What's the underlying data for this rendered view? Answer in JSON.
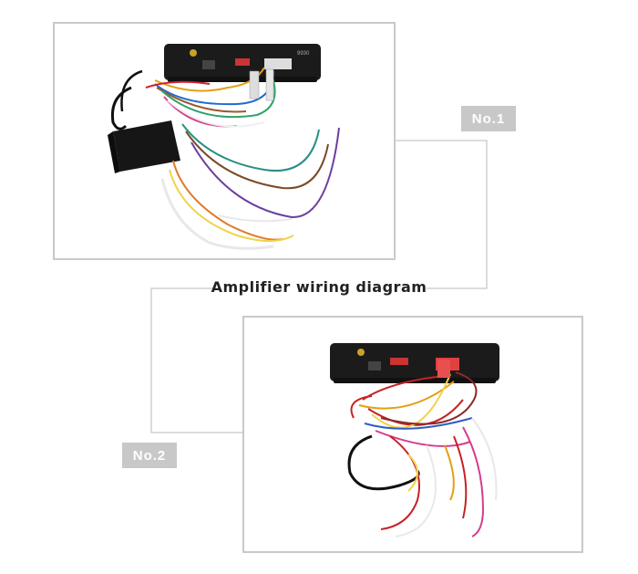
{
  "title": "Amplifier wiring diagram",
  "labels": {
    "no1": "No.1",
    "no2": "No.2"
  },
  "device_model": "9930",
  "colors": {
    "frame_border": "#c9c9c9",
    "tag_bg": "#c8c8c8",
    "tag_text": "#ffffff",
    "connector_line": "#d0d0d0",
    "device_body": "#1b1b1b"
  }
}
